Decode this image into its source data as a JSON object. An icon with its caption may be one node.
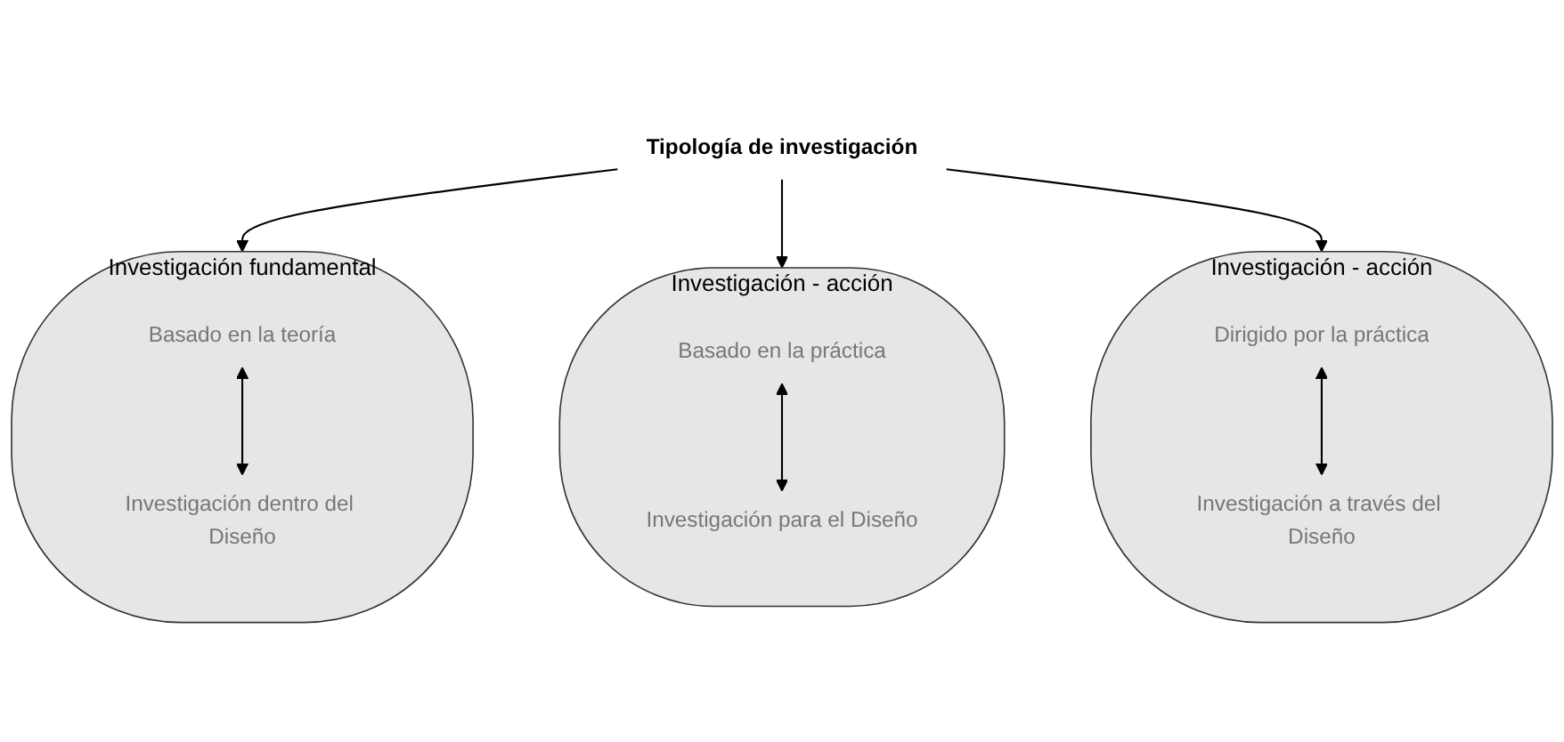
{
  "diagram": {
    "nodes": [
      {
        "text": [
          "Tipología de investigación"
        ]
      },
      {
        "text": [
          "Investigación fundamental"
        ]
      },
      {
        "text": [
          "Basado en la teoría"
        ],
        "in": 1
      },
      {
        "text": [
          "Investigación dentro del Diseño"
        ],
        "in": 1
      },
      {
        "text": [
          "Investigación - acción"
        ]
      },
      {
        "text": [
          "Basado en la práctica"
        ],
        "in": 4
      },
      {
        "text": [
          "Investigación para el Diseño"
        ],
        "in": 4
      },
      {
        "text": [
          "Investigación - acción"
        ]
      },
      {
        "text": [
          "Dirigido por la práctica"
        ],
        "in": 7
      },
      {
        "text": [
          "Investigación a través del Diseño"
        ],
        "in": 7
      }
    ],
    "edges": [
      {
        "from": 0,
        "to": 1,
        "arrow": "to"
      },
      {
        "from": 0,
        "to": 4,
        "arrow": "to"
      },
      {
        "from": 0,
        "to": 7,
        "arrow": "to"
      },
      {
        "from": 2,
        "to": 3,
        "arrow": "both"
      },
      {
        "from": 5,
        "to": 6,
        "arrow": "both"
      },
      {
        "from": 8,
        "to": 9,
        "arrow": "both"
      }
    ]
  }
}
